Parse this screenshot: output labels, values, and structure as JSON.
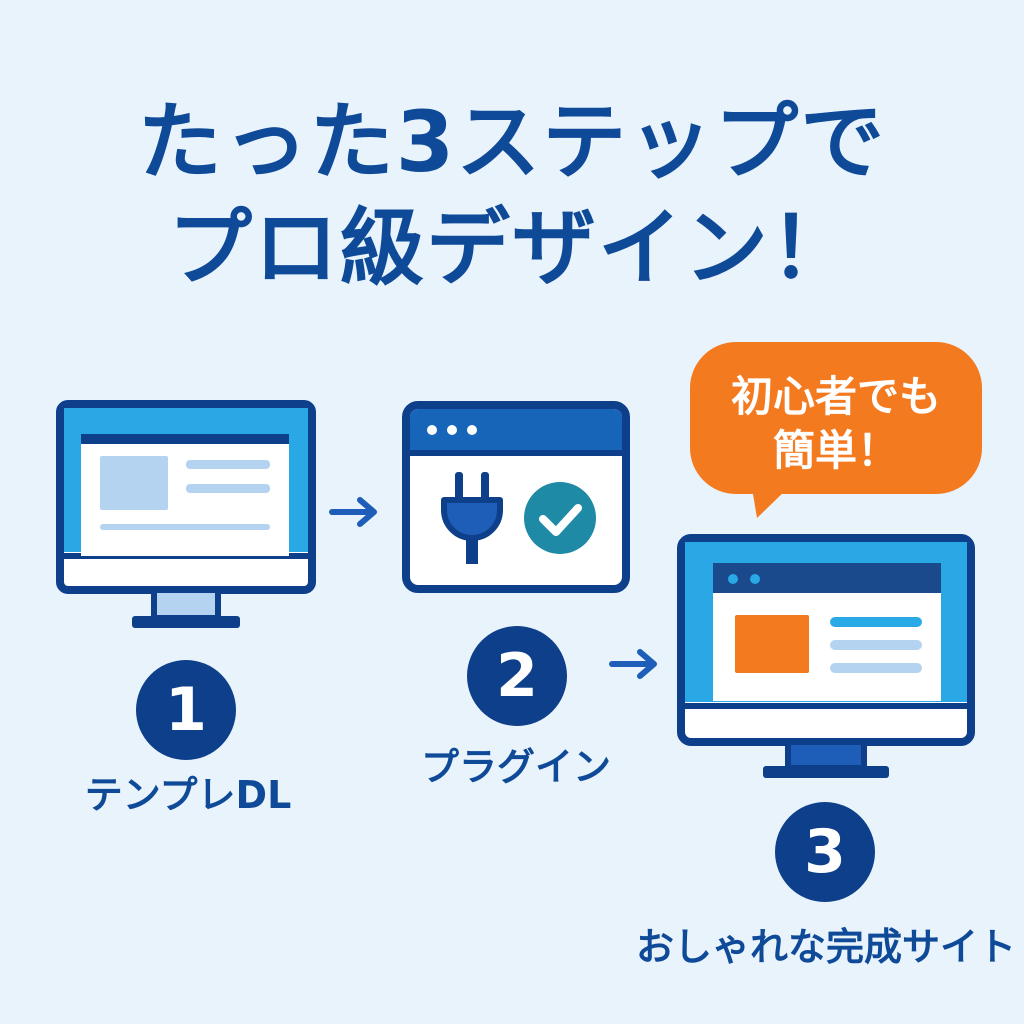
{
  "headline": {
    "line1": "たった3ステップで",
    "line2": "プロ級デザイン！"
  },
  "steps": [
    {
      "number": "1",
      "label": "テンプレDL",
      "icon": "monitor-template-icon"
    },
    {
      "number": "2",
      "label": "プラグイン",
      "icon": "plugin-check-icon"
    },
    {
      "number": "3",
      "label": "おしゃれな完成サイト",
      "icon": "monitor-site-icon"
    }
  ],
  "callout": {
    "line1": "初心者でも",
    "line2": "簡単！"
  },
  "colors": {
    "background": "#e9f3fc",
    "primary": "#0f4a99",
    "navy": "#0e3f8a",
    "accent": "#f47a20",
    "screen": "#29a9e6",
    "check": "#1f8aa6"
  }
}
